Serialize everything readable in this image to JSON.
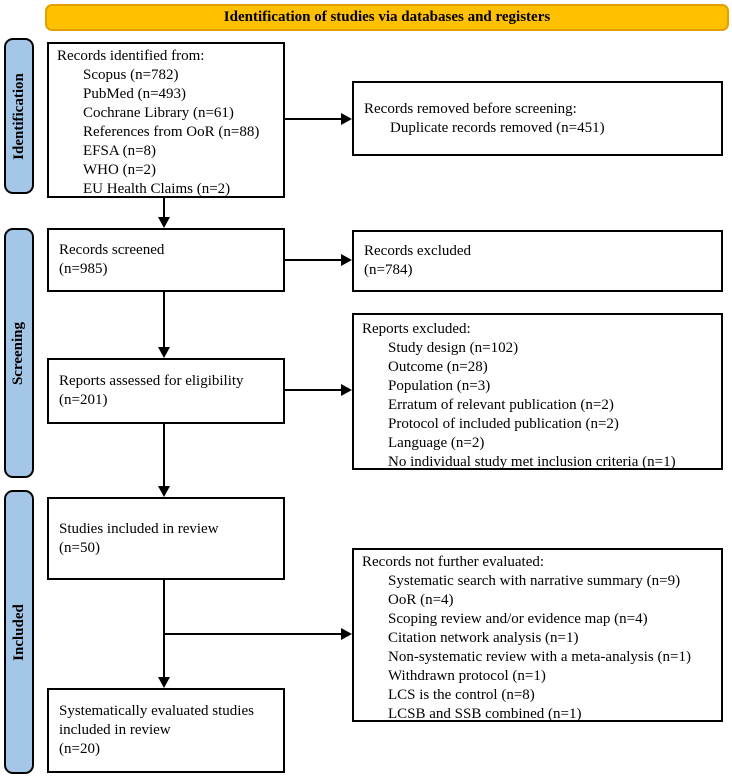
{
  "header": {
    "label": "Identification of studies via databases and registers"
  },
  "colors": {
    "banner_fill": "#FFC000",
    "banner_border": "#E39E00",
    "stage_fill": "#A4C7E7",
    "box_border": "#000000"
  },
  "stages": [
    {
      "label": "Identification"
    },
    {
      "label": "Screening"
    },
    {
      "label": "Included"
    }
  ],
  "boxes": {
    "identified": {
      "title": "Records identified from:",
      "items": [
        "Scopus (n=782)",
        "PubMed (n=493)",
        "Cochrane Library (n=61)",
        "References from OoR (n=88)",
        "EFSA (n=8)",
        "WHO (n=2)",
        "EU Health Claims (n=2)"
      ]
    },
    "removed": {
      "title": "Records removed before screening:",
      "items": [
        "Duplicate records removed (n=451)"
      ]
    },
    "screened": {
      "lines": [
        "Records screened",
        "(n=985)"
      ]
    },
    "excluded_records": {
      "lines": [
        "Records excluded",
        "(n=784)"
      ]
    },
    "assessed": {
      "lines": [
        "Reports assessed for eligibility",
        "(n=201)"
      ]
    },
    "reports_excluded": {
      "title": "Reports excluded:",
      "items": [
        "Study design (n=102)",
        "Outcome (n=28)",
        "Population (n=3)",
        "Erratum of relevant publication (n=2)",
        "Protocol of included publication (n=2)",
        "Language (n=2)",
        "No individual study met inclusion criteria (n=1)"
      ]
    },
    "included_review": {
      "lines": [
        "Studies included in review",
        "(n=50)"
      ]
    },
    "not_evaluated": {
      "title": "Records not further evaluated:",
      "items": [
        "Systematic search with narrative summary (n=9)",
        "OoR (n=4)",
        "Scoping review and/or evidence map (n=4)",
        "Citation network analysis (n=1)",
        "Non-systematic review with a meta-analysis (n=1)",
        "Withdrawn protocol (n=1)",
        "LCS is the control (n=8)",
        "LCSB and SSB combined (n=1)"
      ]
    },
    "systematic": {
      "lines": [
        "Systematically evaluated studies included in review",
        "(n=20)"
      ]
    }
  }
}
